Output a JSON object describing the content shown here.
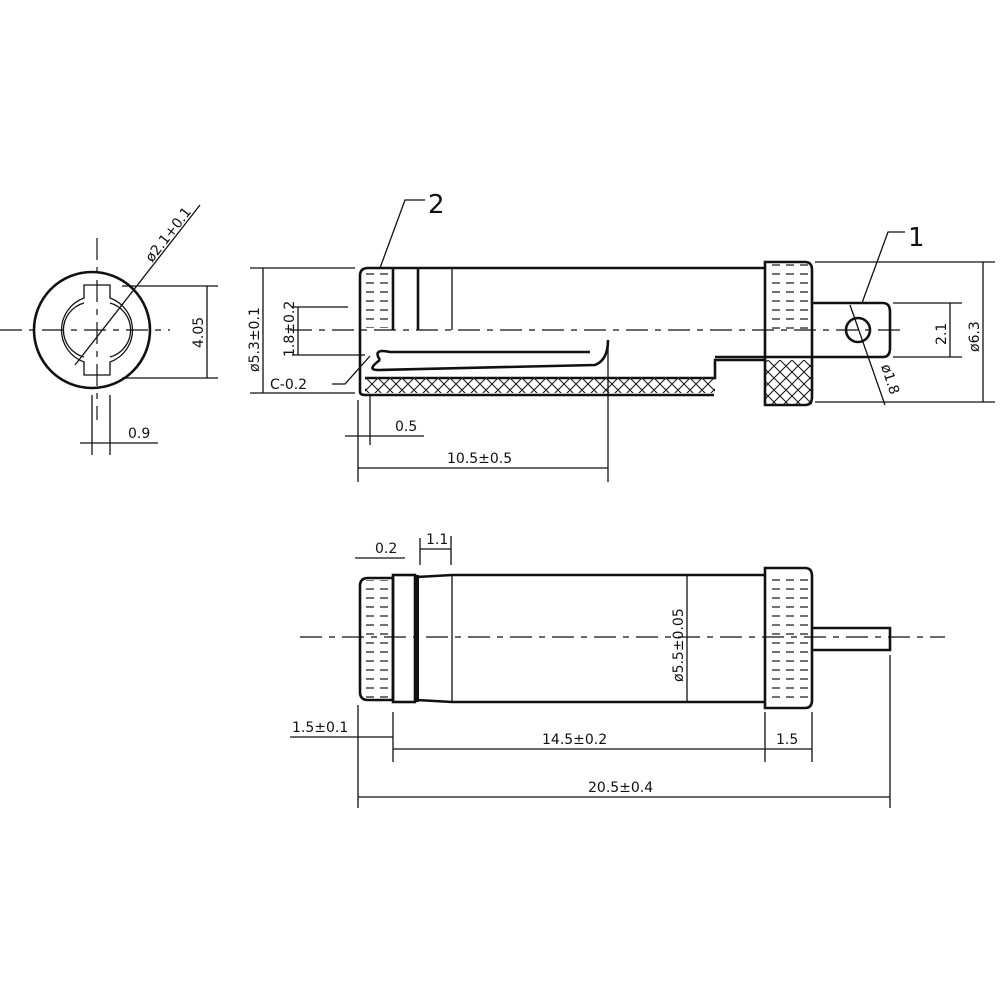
{
  "drawing": {
    "callouts": {
      "part2": "2",
      "part1": "1"
    },
    "end_view": {
      "slot_diameter": "ø2.1+0.1",
      "key_height": "4.05",
      "key_width": "0.9"
    },
    "side_view": {
      "outer_diameter": "ø5.3±0.1",
      "spring_gap": "1.8±0.2",
      "chamfer": "C-0.2",
      "wall": "0.5",
      "spring_length": "10.5±0.5",
      "tab_width": "2.1",
      "cap_diameter": "ø6.3",
      "hole_diameter": "ø1.8"
    },
    "top_view": {
      "groove": "0.2",
      "ring": "1.1",
      "body_diameter": "ø5.5±0.05",
      "cap_left": "1.5±0.1",
      "body_length": "14.5±0.2",
      "cap_right": "1.5",
      "overall_length": "20.5±0.4"
    }
  }
}
